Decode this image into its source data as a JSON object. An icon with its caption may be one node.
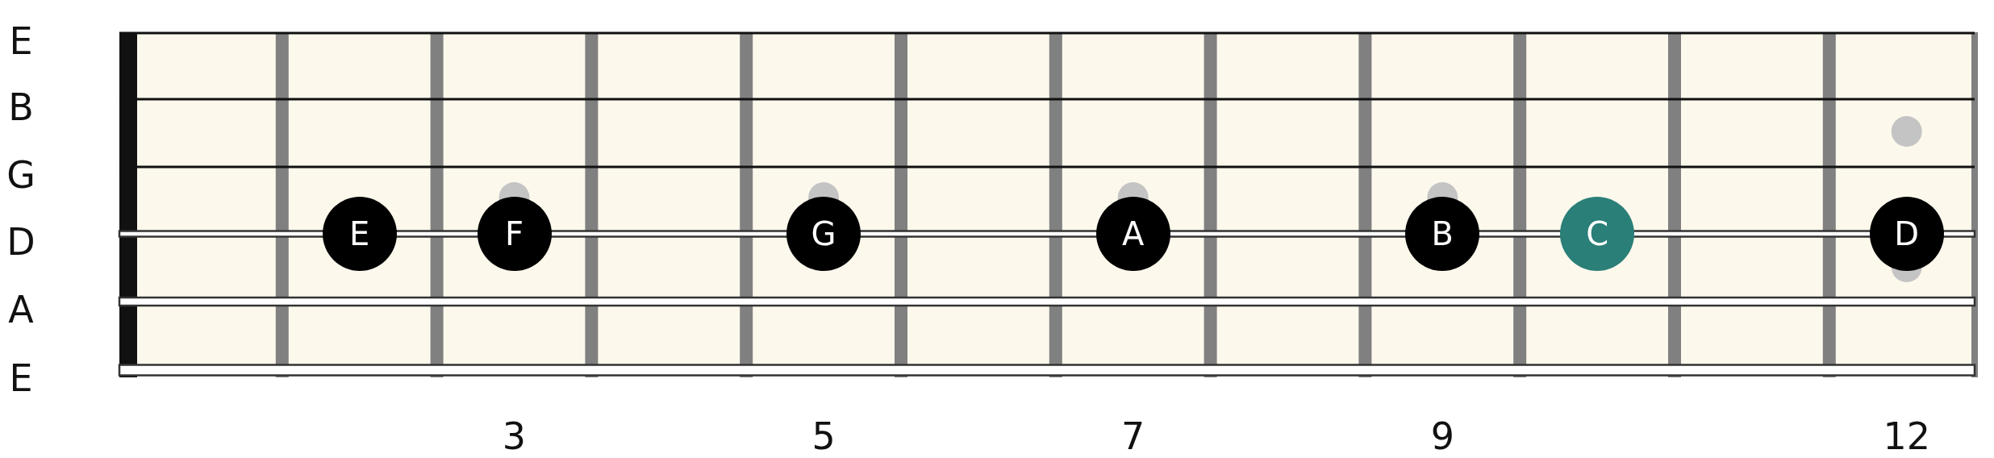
{
  "diagram": {
    "nodes": [
      {
        "text": [
          "E"
        ]
      },
      {
        "text": [
          "F"
        ]
      },
      {
        "text": [
          "G"
        ]
      },
      {
        "text": [
          "A"
        ]
      },
      {
        "text": [
          "B"
        ]
      },
      {
        "text": [
          "C"
        ]
      },
      {
        "text": [
          "D"
        ]
      }
    ],
    "edges": [],
    "labels": [
      "E",
      "B",
      "G",
      "D",
      "A",
      "E",
      "3",
      "5",
      "7",
      "9",
      "12"
    ]
  }
}
